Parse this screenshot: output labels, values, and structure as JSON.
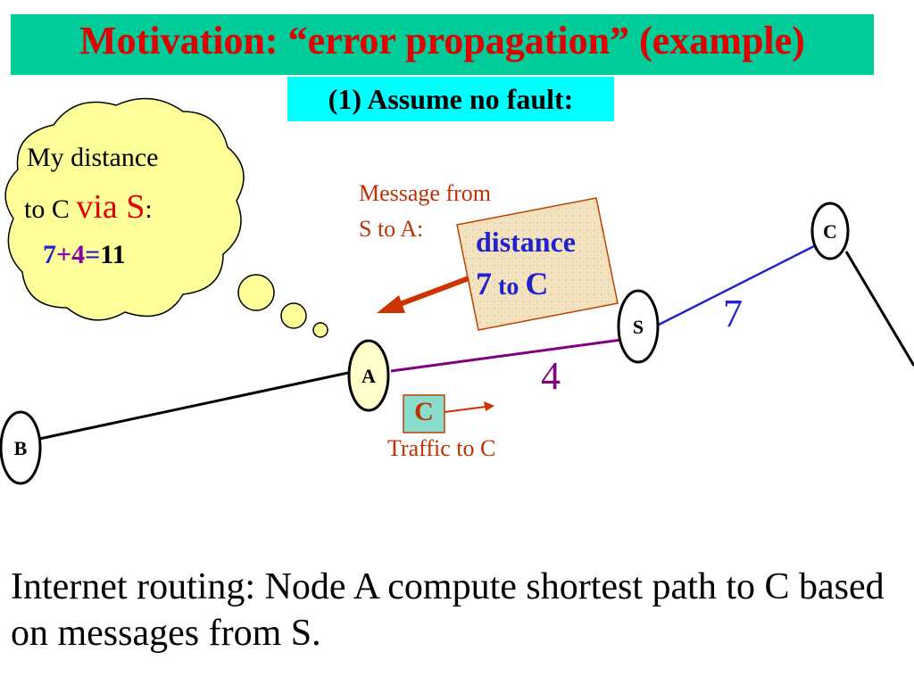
{
  "title": "Motivation: “error propagation” (example)",
  "subtitle": "(1) Assume no fault:",
  "thought_bubble": {
    "line1": "My distance",
    "line2_prefix": "to C",
    "line2_via": "via S",
    "line2_colon": ":",
    "calc_a": "7",
    "calc_plus": "+",
    "calc_b": "4",
    "calc_eq": "=",
    "calc_result": "11"
  },
  "message": {
    "label_line1": "Message from",
    "label_line2": "S to A:",
    "note_line1": "distance",
    "note_line2_num": "7",
    "note_line2_to": " to ",
    "note_line2_c": "C"
  },
  "nodes": {
    "a": "A",
    "b": "B",
    "c": "C",
    "s": "S"
  },
  "edges": {
    "a_s_weight": "4",
    "s_c_weight": "7"
  },
  "traffic": {
    "packet": "C",
    "label": "Traffic to C"
  },
  "caption": "Internet routing: Node A compute shortest path to C based on messages from S.",
  "colors": {
    "title_bg": "#00cc99",
    "title_text": "#e00000",
    "subtitle_bg": "#00ffff",
    "cloud_fill": "#ffff99",
    "edge_a_s": "#800080",
    "edge_s_c": "#2222cc",
    "arrow": "#cc3300",
    "packet_bg": "#88ddcc"
  }
}
